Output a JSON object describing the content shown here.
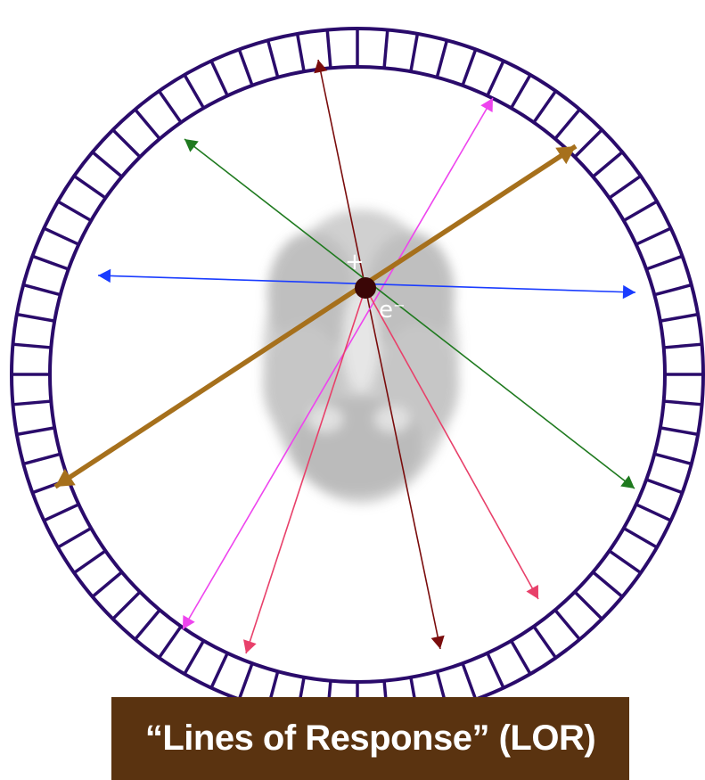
{
  "caption": "“Lines of Response” (LOR)",
  "particle_labels": {
    "positron": "+",
    "electron": "e⁻"
  },
  "colors": {
    "ring": "#2a0b6b",
    "caption_bg": "#5a3310",
    "caption_text": "#ffffff",
    "annihilation_point": "#3a0606",
    "lor_dark_red": "#7a0c0c",
    "lor_magenta": "#ee44ee",
    "lor_green": "#1f7a1f",
    "lor_blue": "#1a3cff",
    "lor_gold": "#a6701c",
    "lor_pink_red": "#e8406a",
    "brain_grey": "#c8c8c8"
  },
  "lines_of_response": [
    {
      "name": "dark-red-lor",
      "color": "lor_dark_red"
    },
    {
      "name": "magenta-lor",
      "color": "lor_magenta"
    },
    {
      "name": "green-lor",
      "color": "lor_green"
    },
    {
      "name": "blue-lor",
      "color": "lor_blue"
    },
    {
      "name": "gold-lor",
      "color": "lor_gold"
    },
    {
      "name": "pink-red-lor",
      "color": "lor_pink_red"
    }
  ]
}
